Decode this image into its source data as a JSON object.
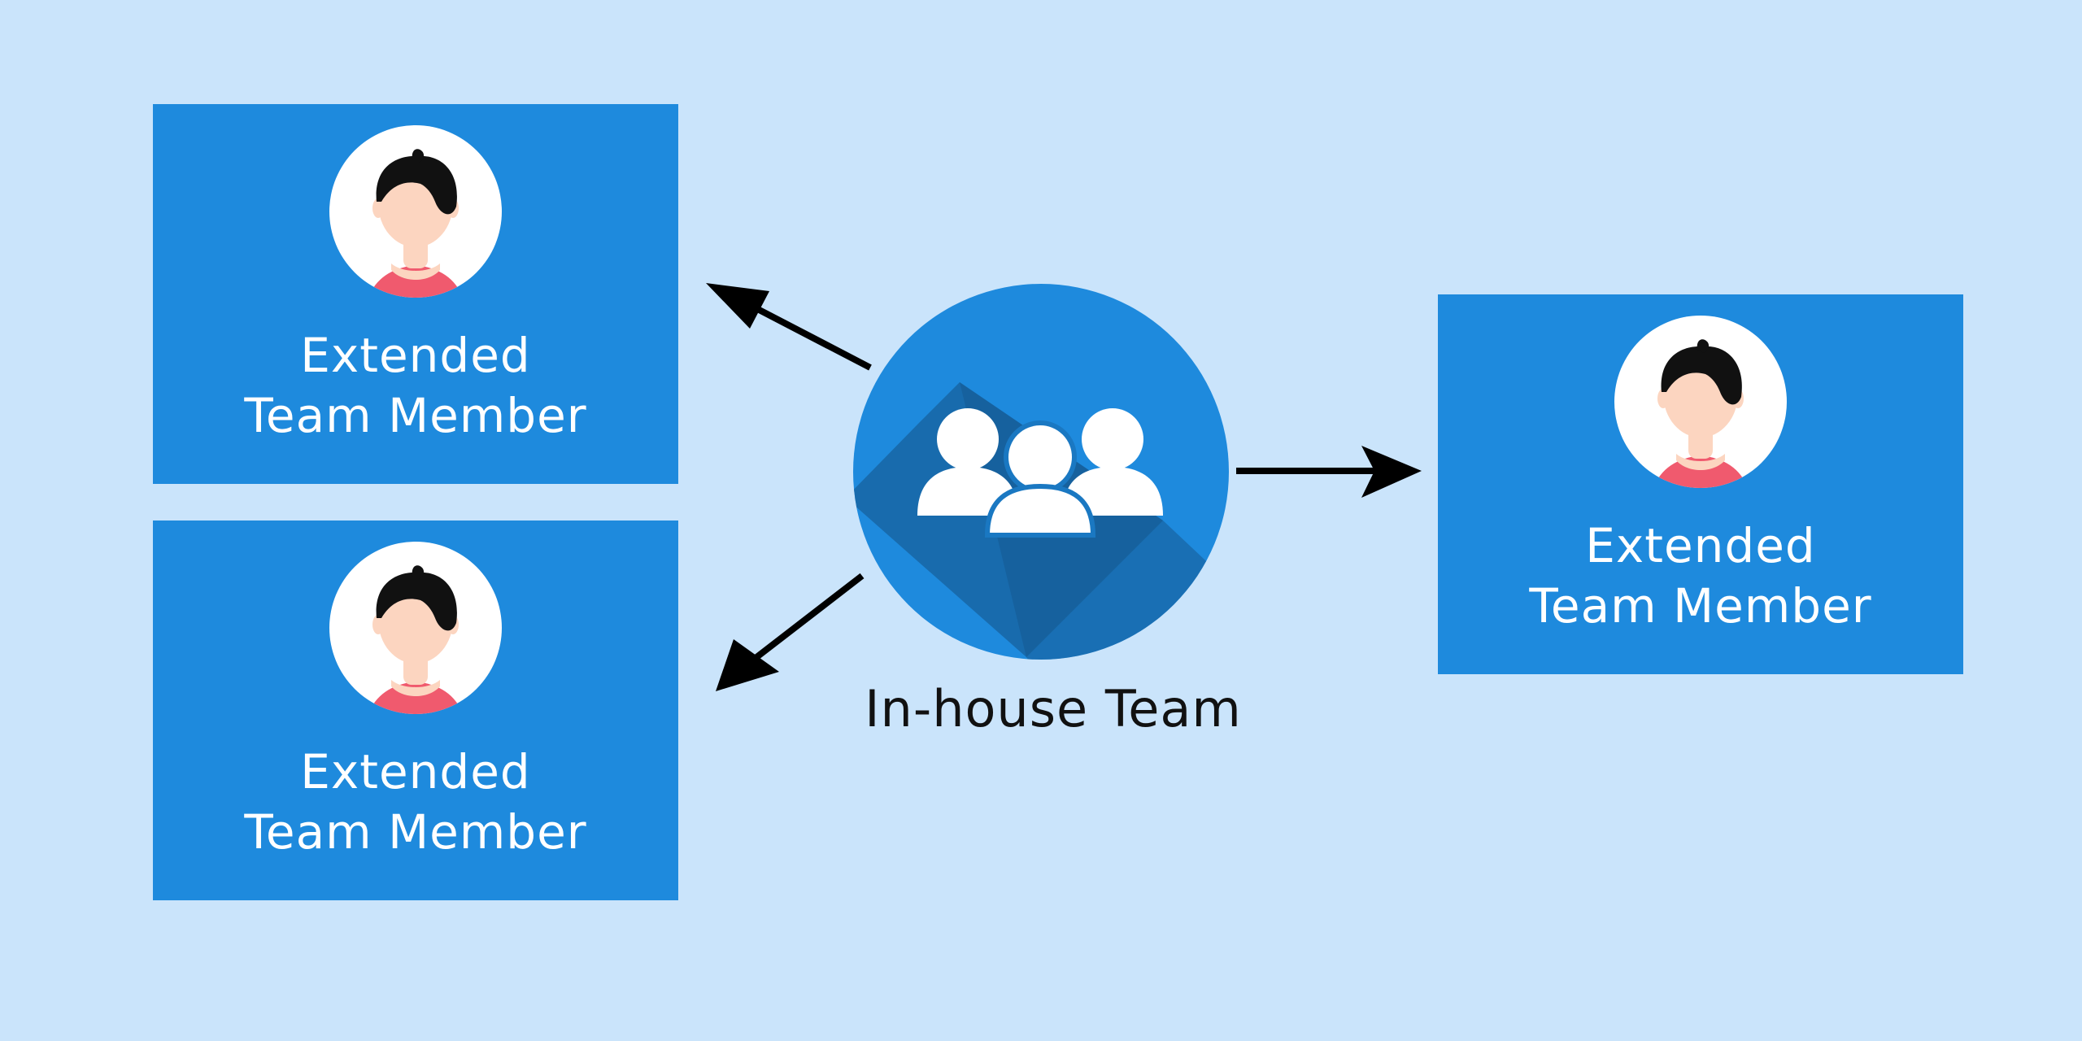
{
  "hub": {
    "label": "In-house Team",
    "icon": "group-of-people-icon",
    "color": "#1e8add"
  },
  "members": [
    {
      "line1": "Extended",
      "line2": "Team Member",
      "icon": "woman-avatar-icon"
    },
    {
      "line1": "Extended",
      "line2": "Team Member",
      "icon": "woman-avatar-icon"
    },
    {
      "line1": "Extended",
      "line2": "Team Member",
      "icon": "woman-avatar-icon"
    }
  ],
  "colors": {
    "background": "#cae4fb",
    "card": "#1e8add",
    "arrow": "#000000",
    "avatar_shirt": "#f05a6e",
    "avatar_skin": "#fcd5c0",
    "avatar_hair": "#111111"
  }
}
